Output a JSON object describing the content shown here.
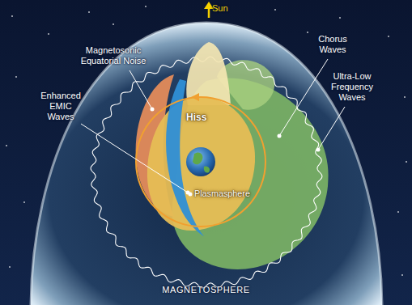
{
  "diagram": {
    "nodes": [
      {
        "text": [
          "MAGNETOSPHERE"
        ]
      },
      {
        "text": [
          "Hiss"
        ],
        "in": 0
      }
    ],
    "labels": [
      "Sun",
      "Magnetosonic Equatorial Noise",
      "Chorus Waves",
      "Enhanced EMIC Waves",
      "Ultra-Low Frequency Waves",
      "Plasmasphere"
    ]
  }
}
